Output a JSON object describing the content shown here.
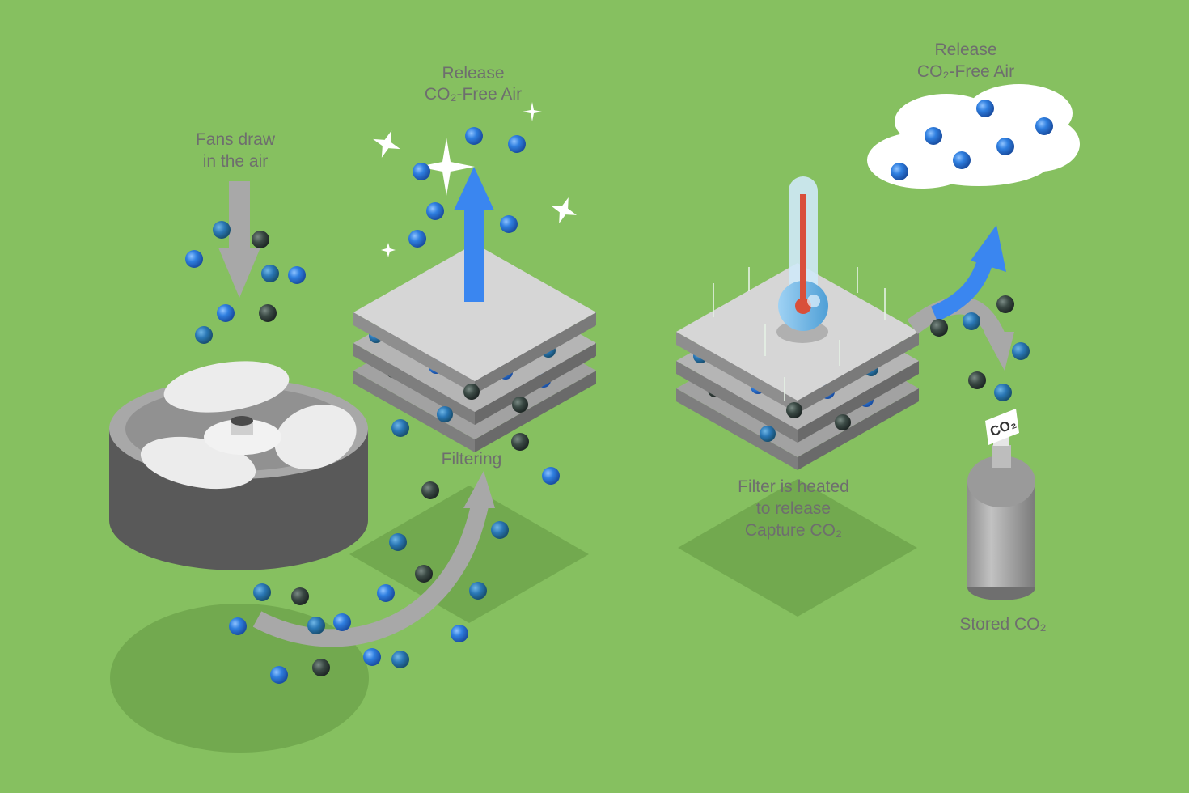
{
  "labels": {
    "fans_l1": "Fans draw",
    "fans_l2": "in the air",
    "release1_l1": "Release",
    "release1_l2": "CO₂-Free Air",
    "filtering": "Filtering",
    "release2_l1": "Release",
    "release2_l2": "CO₂-Free Air",
    "heated_l1": "Filter is heated",
    "heated_l2": "to release",
    "heated_l3": "Capture CO₂",
    "tank_tag": "CO₂",
    "stored": "Stored CO₂"
  },
  "colors": {
    "background": "#86c060",
    "shadow": "#72a94f",
    "co2_free_molecule": "#2f7fe0",
    "co2_molecule": "#3b4a45",
    "flow_arrow": "#a8a8a8",
    "release_arrow": "#3a86f0",
    "thermometer_red": "#d94f3a"
  },
  "icons": [
    "fan-icon",
    "filter-stack-icon",
    "thermometer-icon",
    "cloud-icon",
    "co2-tank-icon",
    "sparkle-icon"
  ]
}
